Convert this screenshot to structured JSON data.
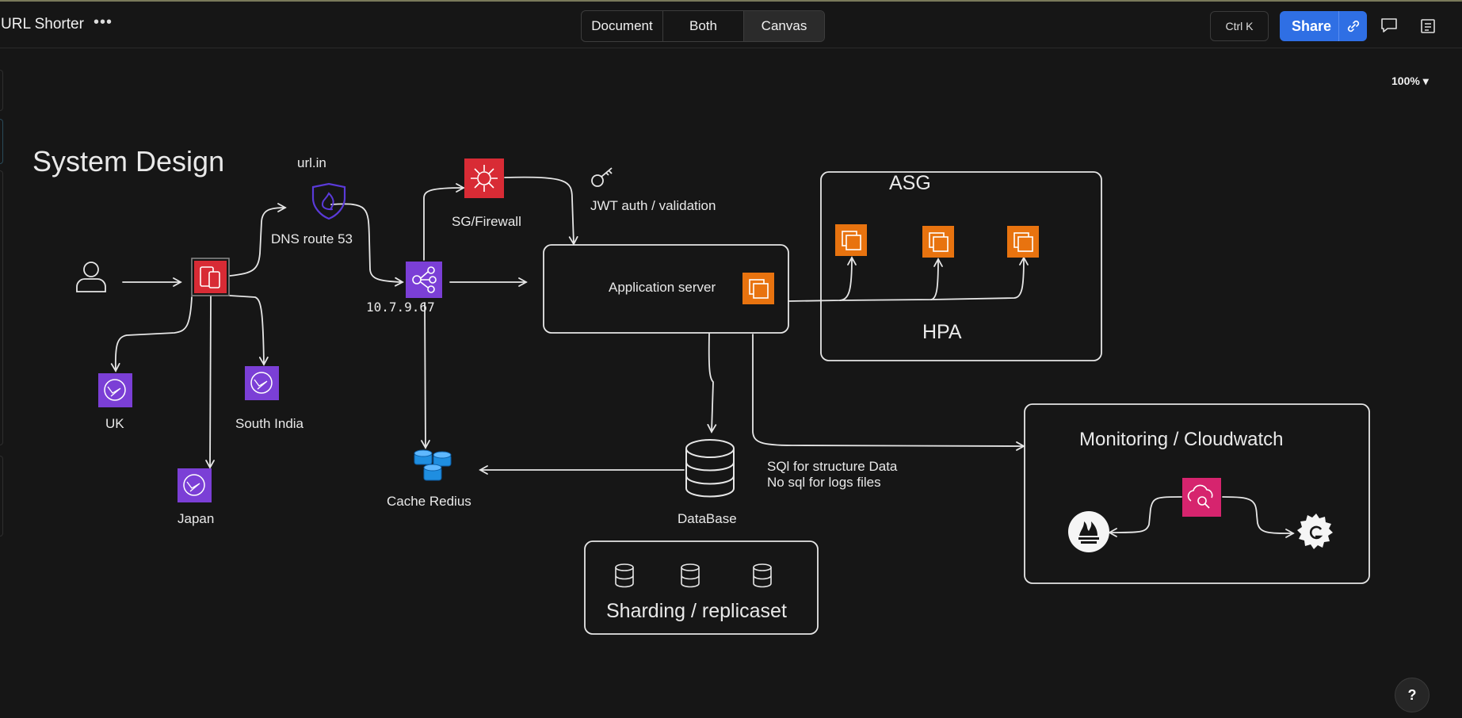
{
  "header": {
    "title": "URL Shorter",
    "more_label": "•••",
    "view_tabs": [
      "Document",
      "Both",
      "Canvas"
    ],
    "active_tab": "Canvas",
    "shortcut_label": "Ctrl K",
    "share_label": "Share"
  },
  "canvas": {
    "zoom": "100%",
    "help_label": "?",
    "labels": {
      "title": "System Design",
      "domain": "url.in",
      "dns": "DNS route 53",
      "firewall": "SG/Firewall",
      "jwt": "JWT auth /  validation",
      "asg": "ASG",
      "hpa": "HPA",
      "app_server": "Application server",
      "ip": "10.7.9.67",
      "uk": "UK",
      "south_india": "South India",
      "japan": "Japan",
      "cache": "Cache Redius",
      "database": "DataBase",
      "sql_note_1": "SQl for structure Data",
      "sql_note_2": "No sql for logs files",
      "sharding": "Sharding / replicaset",
      "monitoring": "Monitoring / Cloudwatch"
    }
  },
  "colors": {
    "background": "#161616",
    "share_button": "#2f6fe4",
    "aws_red": "#d82b35",
    "aws_purple": "#7b3fd6",
    "aws_orange": "#e8730f",
    "aws_pink": "#d6246e",
    "stroke": "#e6e6e6"
  },
  "icons": [
    "more-icon",
    "link-icon",
    "comment-icon",
    "outline-icon",
    "user-icon",
    "device-icon",
    "shield-icon",
    "network-icon",
    "key-icon",
    "instance-icon",
    "globe-icon",
    "redis-icon",
    "database-icon",
    "cloudwatch-icon",
    "prometheus-icon",
    "grafana-icon"
  ]
}
